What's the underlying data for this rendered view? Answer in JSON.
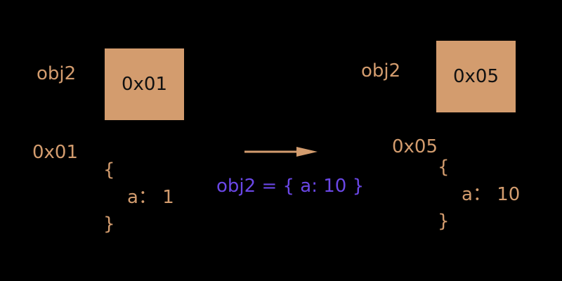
{
  "colors": {
    "background": "#000000",
    "accent": "#d39c6e",
    "code": "#6a47e6"
  },
  "left": {
    "variable": "obj2",
    "pointer": "0x01",
    "address": "0x01",
    "open_brace": "{",
    "property": "a： 1",
    "close_brace": "}"
  },
  "transition": {
    "statement": "obj2 = { a: 10 }",
    "arrow_icon": "right-arrow"
  },
  "right": {
    "variable": "obj2",
    "pointer": "0x05",
    "address": "0x05",
    "open_brace": "{",
    "property": "a： 10",
    "close_brace": "}"
  }
}
